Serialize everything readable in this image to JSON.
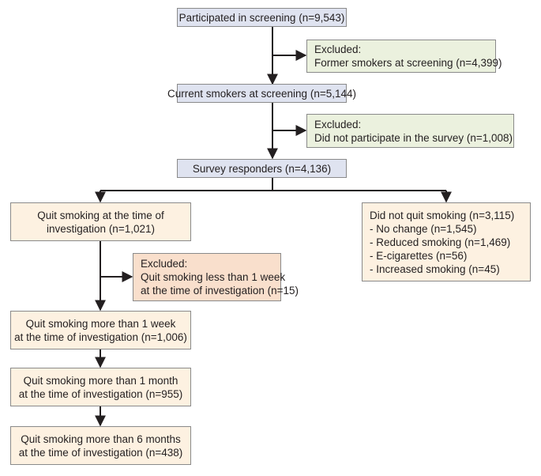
{
  "flowchart": {
    "participated": "Participated in screening (n=9,543)",
    "excluded_former": [
      "Excluded:",
      "Former smokers at screening (n=4,399)"
    ],
    "current_smokers": "Current smokers at screening (n=5,144)",
    "excluded_survey": [
      "Excluded:",
      "Did not participate in the survey (n=1,008)"
    ],
    "survey_responders": "Survey responders (n=4,136)",
    "quit_at_time": [
      "Quit smoking at the time of",
      "investigation (n=1,021)"
    ],
    "not_quit": [
      "Did not quit smoking (n=3,115)",
      "- No change (n=1,545)",
      "- Reduced smoking (n=1,469)",
      "- E-cigarettes (n=56)",
      "- Increased smoking (n=45)"
    ],
    "excluded_week": [
      "Excluded:",
      "Quit smoking less than 1 week",
      "at the time of investigation (n=15)"
    ],
    "quit_1week": [
      "Quit smoking more than 1 week",
      "at the time of investigation (n=1,006)"
    ],
    "quit_1month": [
      "Quit smoking more than 1 month",
      "at the time of investigation (n=955)"
    ],
    "quit_6months": [
      "Quit smoking more than 6 months",
      "at the time of investigation (n=438)"
    ]
  },
  "colors": {
    "screening_box": "#dfe3f0",
    "excluded_green_box": "#ebf1de",
    "outcome_box": "#fdf1e1",
    "excluded_peach_box": "#f9dfcc",
    "arrow": "#231f20"
  }
}
